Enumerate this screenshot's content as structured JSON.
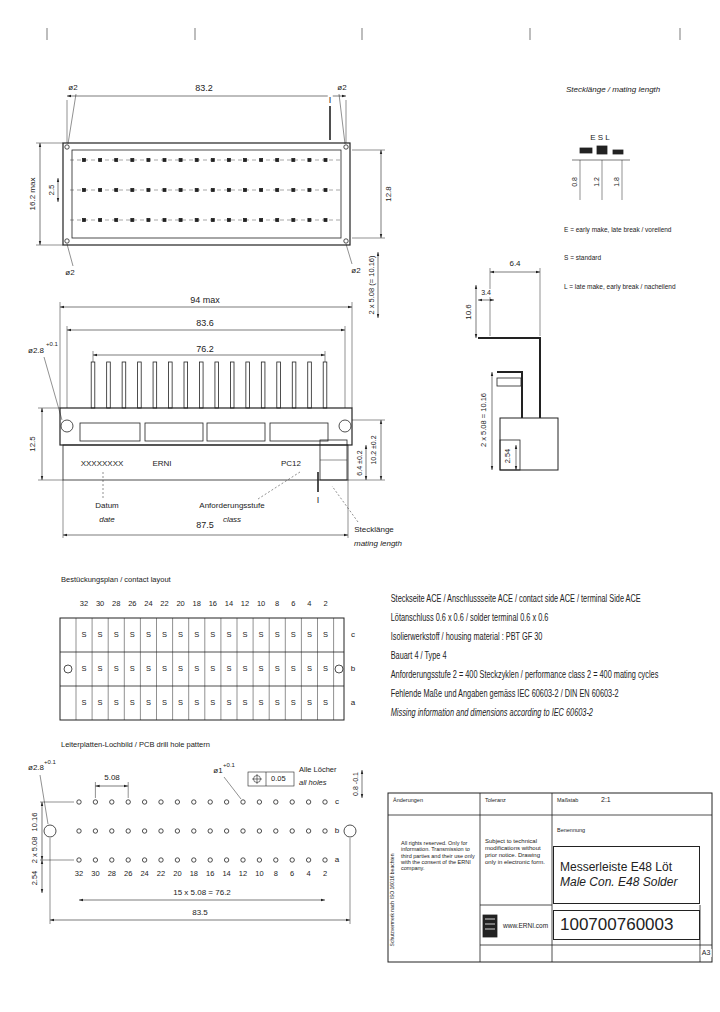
{
  "diagram": {
    "nodes": [
      {
        "text": [
          "Messerleiste E48 Löt",
          "Male Con. E48 Solder"
        ]
      },
      {
        "text": [
          "100700760003"
        ]
      }
    ],
    "labels": [
      "83.2",
      "ø2",
      "ø2",
      "I",
      "16.2 max",
      "2.5",
      "12.8",
      "ø2",
      "ø2",
      "2 x 5.08 (= 10.16)",
      "94 max",
      "83.6",
      "76.2",
      "ø2.8",
      "+0.1",
      "12.5",
      "10.2 ±0.2",
      "6.4 ±0.2",
      "XXXXXXXX",
      "ERNI",
      "PC12",
      "Datum",
      "date",
      "Anforderungsstufe",
      "class",
      "87.5",
      "Stecklänge",
      "mating length",
      "I",
      "Stecklänge / mating length",
      "E S L",
      "0.8",
      "1.2",
      "1.8",
      "E = early make, late break / voreilend",
      "S = standard",
      "L = late make, early break / nacheilend",
      "6.4",
      "3.4",
      "10.6",
      "2 x 5.08 = 10.16",
      "2.54",
      "Bestückungsplan / contact layout",
      "32",
      "30",
      "28",
      "26",
      "24",
      "22",
      "20",
      "18",
      "16",
      "14",
      "12",
      "10",
      "8",
      "6",
      "4",
      "2",
      "c",
      "b",
      "a",
      "S",
      "S",
      "S",
      "S",
      "S",
      "S",
      "S",
      "S",
      "S",
      "S",
      "S",
      "S",
      "S",
      "S",
      "S",
      "S",
      "S",
      "S",
      "S",
      "S",
      "S",
      "S",
      "S",
      "S",
      "S",
      "S",
      "S",
      "S",
      "S",
      "S",
      "S",
      "S",
      "S",
      "S",
      "S",
      "S",
      "S",
      "S",
      "S",
      "S",
      "S",
      "S",
      "S",
      "S",
      "S",
      "S",
      "S",
      "S",
      "Steckseite ACE / Anschlussseite ACE / contact side ACE / terminal Side ACE",
      "Lötanschluss 0.6 x 0.6 / solder terminal 0.6 x 0.6",
      "Isolierwerkstoff / housing material : PBT GF 30",
      "Bauart 4 / Type 4",
      "Anforderungsstufe 2 = 400 Steckzyklen / performance class 2 = 400 mating cycles",
      "Fehlende Maße und Angaben gemäss IEC 60603-2 / DIN EN 60603-2",
      "Missing information and dimensions according to IEC 60603-2",
      "Leiterplatten-Lochbild / PCB drill hole pattern",
      "ø2.8",
      "+0.1",
      "5.08",
      "ø1",
      "+0.1",
      "0.05",
      "Alle Löcher",
      "all holes",
      "0.8 -0.1",
      "10.16",
      "2 x 5.08",
      "2.54",
      "32",
      "30",
      "28",
      "26",
      "24",
      "22",
      "20",
      "18",
      "16",
      "14",
      "12",
      "10",
      "8",
      "6",
      "4",
      "2",
      "c",
      "b",
      "a",
      "15 x 5.08 = 76.2",
      "83.5",
      "Änderungen",
      "Toleranz",
      "Maßstab",
      "2:1",
      "Benennung",
      "All rights reserved. Only for information. Transmission to third parties and their use only with the consent of the ERNI company.",
      "Subject to technical modifications without prior notice. Drawing only in electronic form.",
      "www.ERNI.com",
      "Schutzvermerk nach ISO 16016 beachten",
      "A3"
    ]
  }
}
